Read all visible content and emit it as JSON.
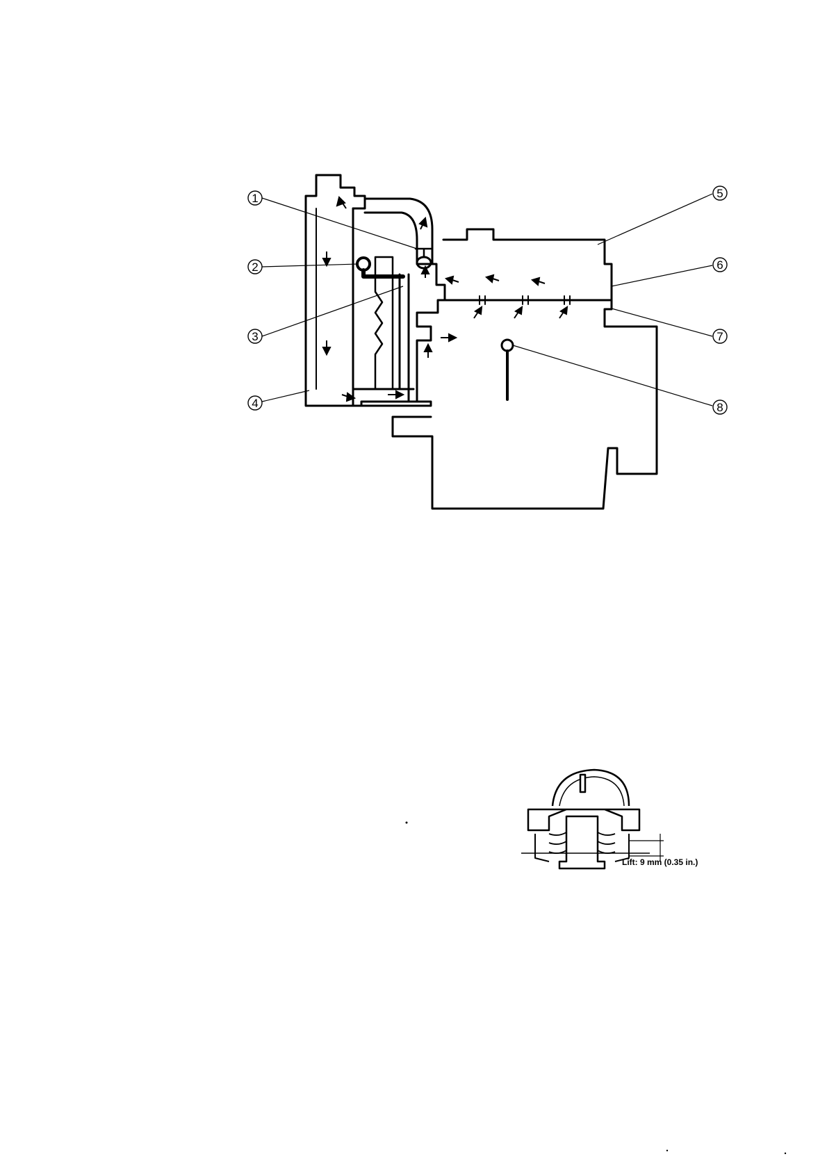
{
  "callouts": [
    {
      "num": "1"
    },
    {
      "num": "2"
    },
    {
      "num": "3"
    },
    {
      "num": "4"
    },
    {
      "num": "5"
    },
    {
      "num": "6"
    },
    {
      "num": "7"
    },
    {
      "num": "8"
    }
  ],
  "thermostat": {
    "lift_label": "Lift: 9 mm (0.35 in.)"
  },
  "colors": {
    "ink": "#000000",
    "paper": "#ffffff"
  }
}
